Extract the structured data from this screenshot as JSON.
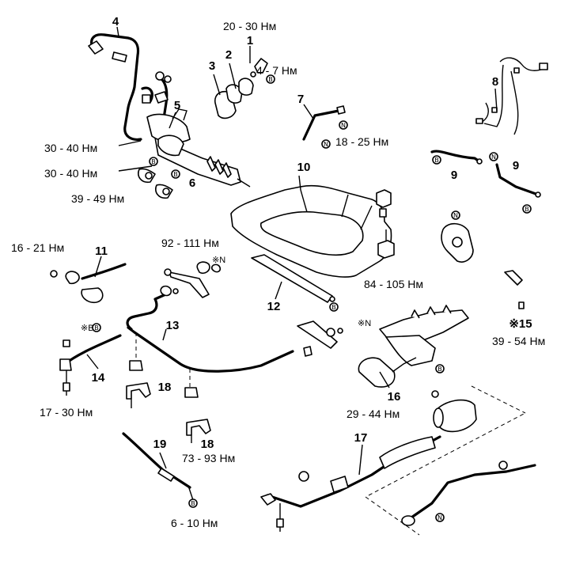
{
  "diagram": {
    "part_numbers": [
      {
        "id": "p1",
        "text": "1"
      },
      {
        "id": "p2",
        "text": "2"
      },
      {
        "id": "p3",
        "text": "3"
      },
      {
        "id": "p4",
        "text": "4"
      },
      {
        "id": "p5",
        "text": "5"
      },
      {
        "id": "p6",
        "text": "6"
      },
      {
        "id": "p7",
        "text": "7"
      },
      {
        "id": "p8",
        "text": "8"
      },
      {
        "id": "p9a",
        "text": "9"
      },
      {
        "id": "p9b",
        "text": "9"
      },
      {
        "id": "p10",
        "text": "10"
      },
      {
        "id": "p11",
        "text": "11"
      },
      {
        "id": "p12",
        "text": "12"
      },
      {
        "id": "p13",
        "text": "13"
      },
      {
        "id": "p14",
        "text": "14"
      },
      {
        "id": "p15",
        "text": "※15"
      },
      {
        "id": "p16",
        "text": "16"
      },
      {
        "id": "p17",
        "text": "17"
      },
      {
        "id": "p18a",
        "text": "18"
      },
      {
        "id": "p18b",
        "text": "18"
      },
      {
        "id": "p19",
        "text": "19"
      }
    ],
    "torques": [
      {
        "id": "t1",
        "text": "20 - 30 Нм"
      },
      {
        "id": "t2",
        "text": "4 - 7 Нм"
      },
      {
        "id": "t3",
        "text": "18 - 25 Нм"
      },
      {
        "id": "t4",
        "text": "30 - 40 Нм"
      },
      {
        "id": "t5",
        "text": "30 - 40 Нм"
      },
      {
        "id": "t6",
        "text": "39 - 49 Нм"
      },
      {
        "id": "t7",
        "text": "16 - 21 Нм"
      },
      {
        "id": "t8",
        "text": "92 - 111 Нм"
      },
      {
        "id": "t9",
        "text": "84 - 105 Нм"
      },
      {
        "id": "t10",
        "text": "39 - 54 Нм"
      },
      {
        "id": "t11",
        "text": "17 - 30 Нм"
      },
      {
        "id": "t12",
        "text": "29 - 44 Нм"
      },
      {
        "id": "t13",
        "text": "73 - 93 Нм"
      },
      {
        "id": "t14",
        "text": "6 - 10 Нм"
      }
    ],
    "markers": {
      "b": "B",
      "n": "N",
      "star_b": "※B",
      "star_n": "※N"
    }
  }
}
